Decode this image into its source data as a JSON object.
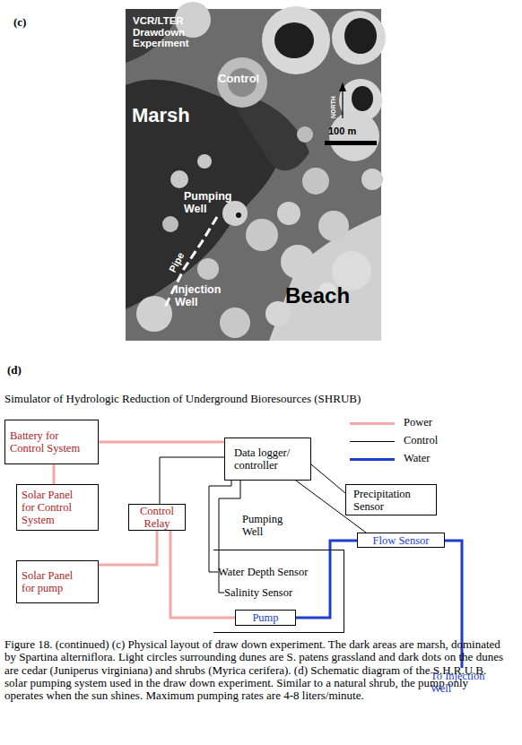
{
  "diagram": {
    "title": "Simulator of Hydrologic Reduction of Underground Bioresources (SHRUB)",
    "caption": "Figure 18. (continued) (c) Physical layout of draw down experiment. The dark areas are marsh, dominated by Spartina alterniflora. Light circles surrounding dunes are S. patens grassland and dark dots on the dunes are cedar (Juniperus virginiana) and shrubs (Myrica cerifera). (d) Schematic diagram of the S.H.R.U.B. solar pumping system used in the draw down experiment. Similar to a natural shrub, the pump only operates when the sun shines. Maximum pumping rates are 4-8 liters/minute.",
    "nodes": [
      {
        "text": [
          "Battery for Control System"
        ]
      },
      {
        "text": [
          "Data logger/ controller"
        ]
      },
      {
        "text": [
          "Solar Panel for Control System"
        ]
      },
      {
        "text": [
          "Precipitation Sensor"
        ]
      },
      {
        "text": [
          "Control Relay"
        ]
      },
      {
        "text": [
          "Pumping Well"
        ]
      },
      {
        "text": [
          "Flow Sensor"
        ]
      },
      {
        "text": [
          "Solar Panel for pump"
        ]
      },
      {
        "text": [
          "Water Depth Sensor"
        ],
        "in": 5
      },
      {
        "text": [
          "Salinity Sensor"
        ],
        "in": 5
      },
      {
        "text": [
          "Pump"
        ],
        "in": 5
      },
      {
        "text": [
          "To Injection Well"
        ]
      }
    ],
    "edges": [
      {
        "from": 0,
        "to": 1,
        "arrow": "none"
      },
      {
        "from": 2,
        "to": 0,
        "arrow": "none"
      },
      {
        "from": 7,
        "to": 4,
        "arrow": "none"
      },
      {
        "from": 4,
        "to": 10,
        "arrow": "none"
      },
      {
        "from": 1,
        "to": 4,
        "arrow": "none"
      },
      {
        "from": 1,
        "to": 8,
        "arrow": "none"
      },
      {
        "from": 1,
        "to": 9,
        "arrow": "none"
      },
      {
        "from": 1,
        "to": 3,
        "arrow": "none"
      },
      {
        "from": 1,
        "to": 6,
        "arrow": "none"
      },
      {
        "from": 10,
        "to": 6,
        "arrow": "none"
      },
      {
        "from": 6,
        "to": 11,
        "arrow": "none"
      }
    ],
    "labels": [
      "(c)",
      "VCR/LTER Drawdown Experiment",
      "Control",
      "Marsh",
      "NORTH",
      "100 m",
      "Pumping Well",
      "Pipe",
      "Injection Well",
      "Beach",
      "(d)"
    ],
    "legend": [
      {
        "text": "Power"
      },
      {
        "text": "Control"
      },
      {
        "text": "Water"
      }
    ]
  }
}
